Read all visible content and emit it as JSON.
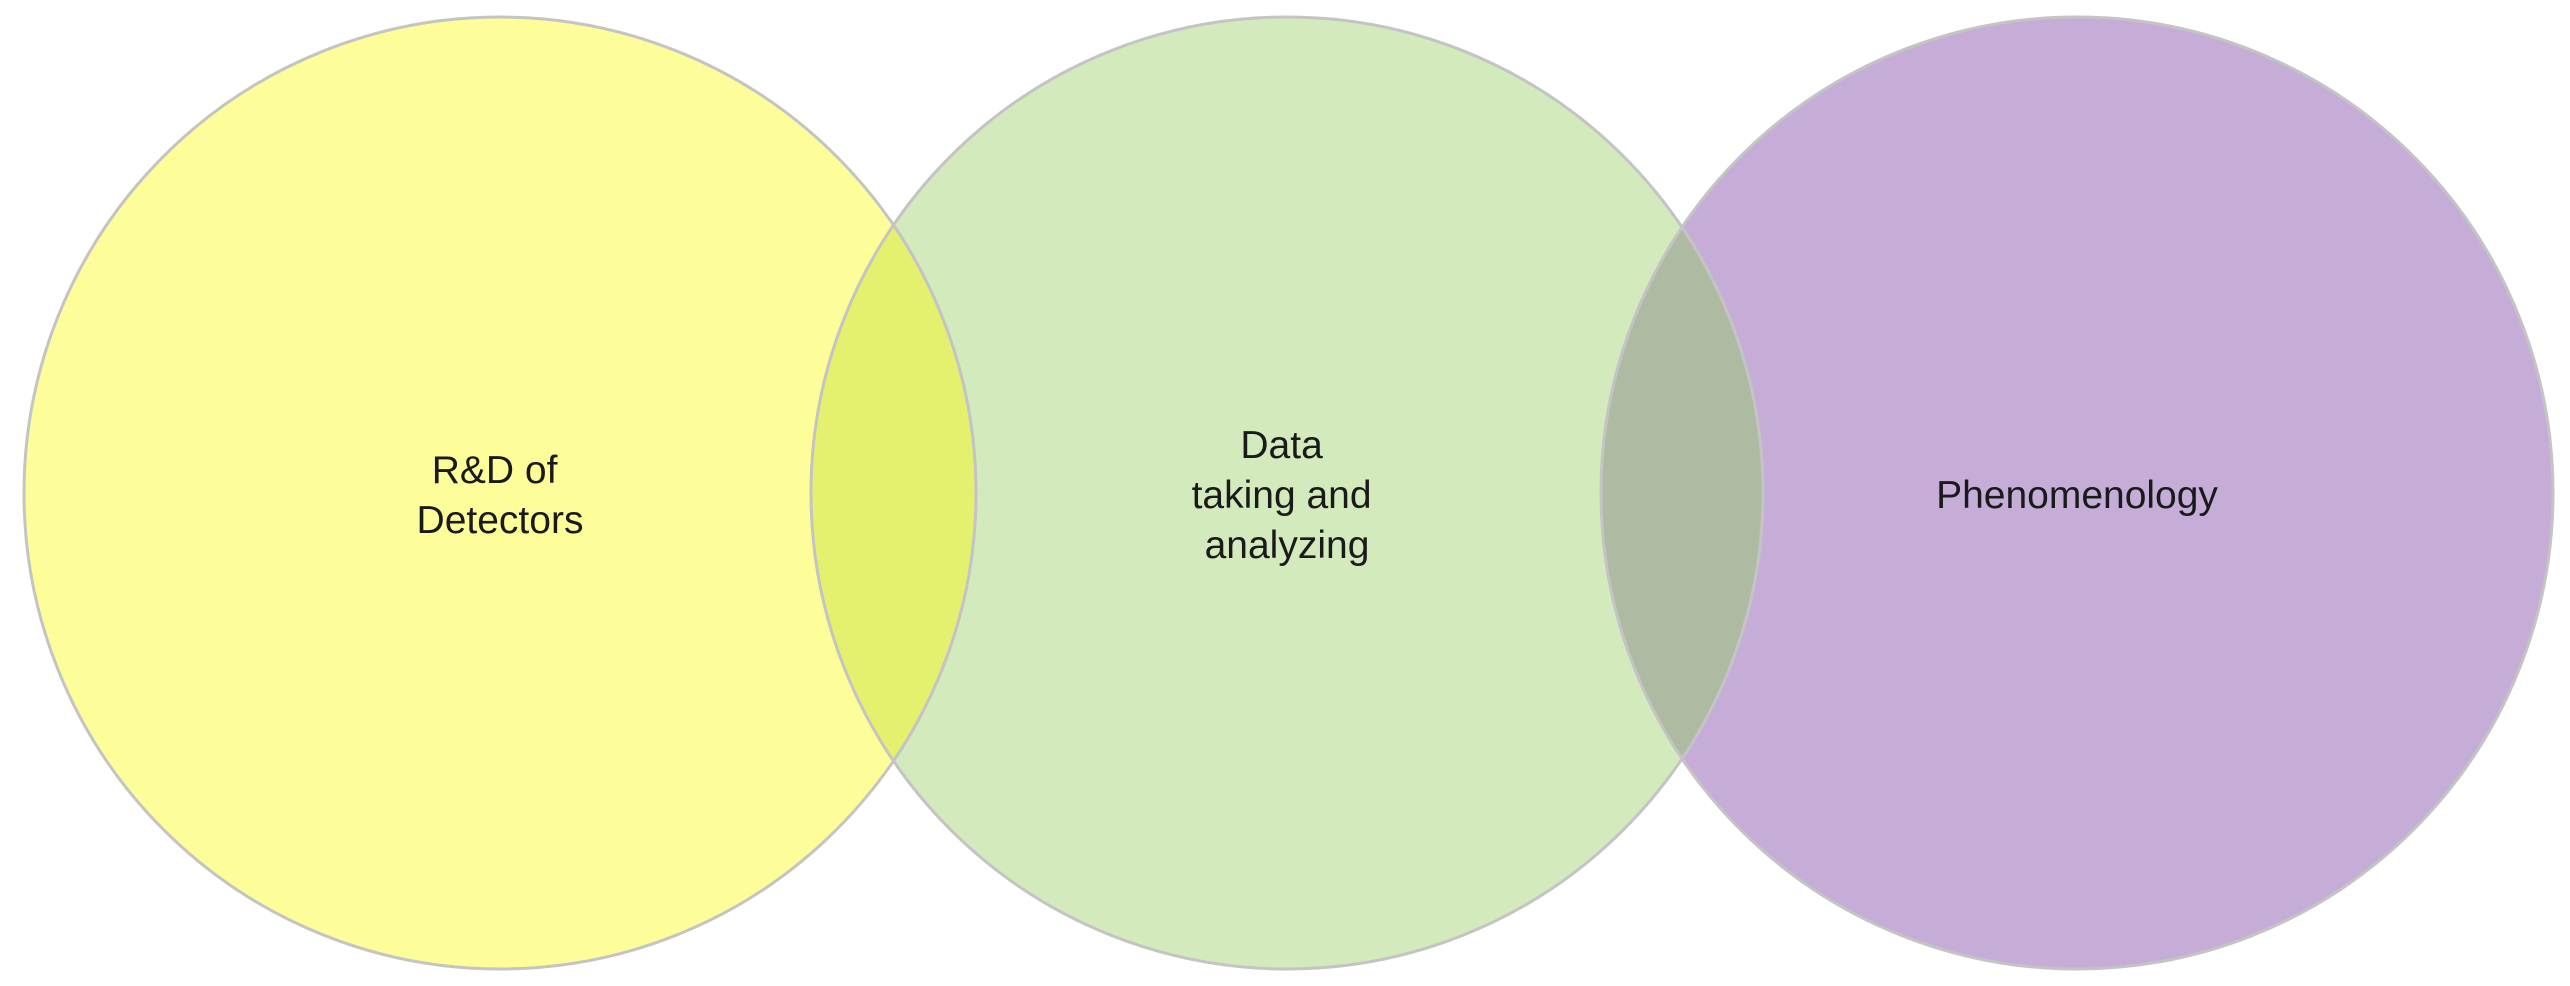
{
  "diagram": {
    "type": "venn",
    "sets": [
      {
        "id": "rnd",
        "label_lines": [
          "R&D of",
          "Detectors"
        ],
        "color": "#FDFD99"
      },
      {
        "id": "data",
        "label_lines": [
          "Data",
          "taking and",
          "analyzing"
        ],
        "color": "#D3EABD"
      },
      {
        "id": "pheno",
        "label_lines": [
          "Phenomenology"
        ],
        "color": "#C5ADD8"
      }
    ],
    "overlaps": [
      {
        "sets": [
          "rnd",
          "data"
        ],
        "color": "#E3F16F"
      },
      {
        "sets": [
          "data",
          "pheno"
        ],
        "color": "#AEBBA2"
      }
    ],
    "outline_color": "#C4C4C4"
  }
}
